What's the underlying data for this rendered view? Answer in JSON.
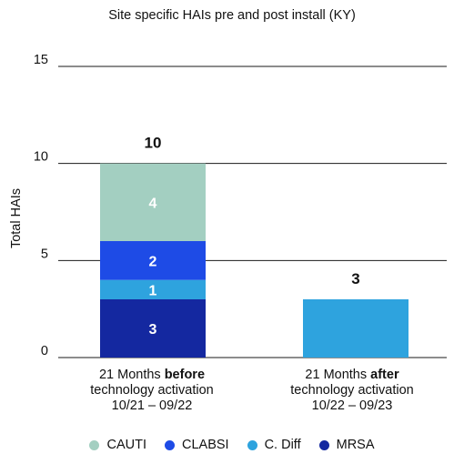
{
  "chart_data": {
    "type": "bar",
    "stacked": true,
    "title": "Site specific HAIs pre and post install (KY)",
    "ylabel": "Total HAIs",
    "ylim": [
      0,
      15
    ],
    "yticks": [
      0,
      5,
      10,
      15
    ],
    "grid": true,
    "legend_position": "bottom",
    "categories": [
      {
        "label_line1_pre": "21 Months ",
        "label_line1_bold": "before",
        "label_line2": "technology activation",
        "label_line3": "10/21  –  09/22"
      },
      {
        "label_line1_pre": "21 Months ",
        "label_line1_bold": "after",
        "label_line2": "technology activation",
        "label_line3": "10/22  –  09/23"
      }
    ],
    "series": [
      {
        "name": "MRSA",
        "color": "#1428a0",
        "values": [
          3,
          0
        ]
      },
      {
        "name": "C. Diff",
        "color": "#2ea3de",
        "values": [
          1,
          3
        ]
      },
      {
        "name": "CLABSI",
        "color": "#1e4be6",
        "values": [
          2,
          0
        ]
      },
      {
        "name": "CAUTI",
        "color": "#a3cfc1",
        "values": [
          4,
          0
        ]
      }
    ],
    "totals": [
      10,
      3
    ],
    "legend_order": [
      "CAUTI",
      "CLABSI",
      "C. Diff",
      "MRSA"
    ]
  }
}
